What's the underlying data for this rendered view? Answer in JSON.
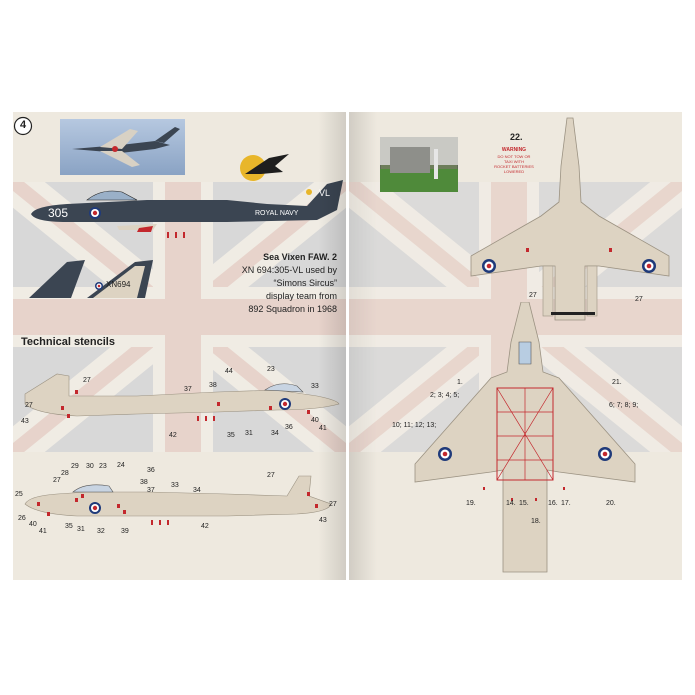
{
  "page_number": "4",
  "profile": {
    "code": "305",
    "serial": "XN694",
    "tail": "VL",
    "navy": "ROYAL NAVY"
  },
  "caption": {
    "title": "Sea Vixen FAW. 2",
    "line1": "XN 694:305-VL used by",
    "line2": "“Simons Sircus”",
    "line3": "display team from",
    "line4": "892 Squadron in 1968"
  },
  "tail_detail_serial": "XN694",
  "stencils_heading": "Technical stencils",
  "photo_number": "22.",
  "warning": {
    "title": "WARNING",
    "l1": "DO NOT TOW OR",
    "l2": "TAXI WITH",
    "l3": "ROCKET BATTERIES",
    "l4": "LOWERED"
  },
  "side_labels": {
    "n44": "44",
    "n23": "23",
    "n37": "37",
    "n38": "38",
    "n33": "33",
    "n27a": "27",
    "n27b": "27",
    "n43": "43",
    "n40": "40",
    "n41": "41",
    "n42": "42",
    "n35": "35",
    "n31": "31",
    "n34": "34",
    "n36": "36"
  },
  "side2_labels": {
    "n29": "29",
    "n30": "30",
    "n23": "23",
    "n24": "24",
    "n28": "28",
    "n36": "36",
    "n27a": "27",
    "n38": "38",
    "n37": "37",
    "n33": "33",
    "n34": "34",
    "n27b": "27",
    "n27c": "27",
    "n25": "25",
    "n26": "26",
    "n40": "40",
    "n41": "41",
    "n35": "35",
    "n31": "31",
    "n32": "32",
    "n39": "39",
    "n42": "42",
    "n43": "43"
  },
  "top_labels": {
    "n27a": "27",
    "n27b": "27"
  },
  "bottom_labels": {
    "n1": "1.",
    "n21": "21.",
    "n2": "2; 3; 4; 5;",
    "n6": "6; 7; 8; 9;",
    "n10": "10; 11; 12; 13;",
    "n19": "19.",
    "n14": "14.",
    "n15": "15.",
    "n16": "16.",
    "n17": "17.",
    "n20": "20.",
    "n18": "18."
  },
  "colors": {
    "page": "#eee9df",
    "aircraft_dark": "#3b4552",
    "aircraft_light": "#ddd3c2",
    "roundel_blue": "#1f3a7a",
    "roundel_red": "#c3282d",
    "stencil_red": "#c3282d"
  }
}
